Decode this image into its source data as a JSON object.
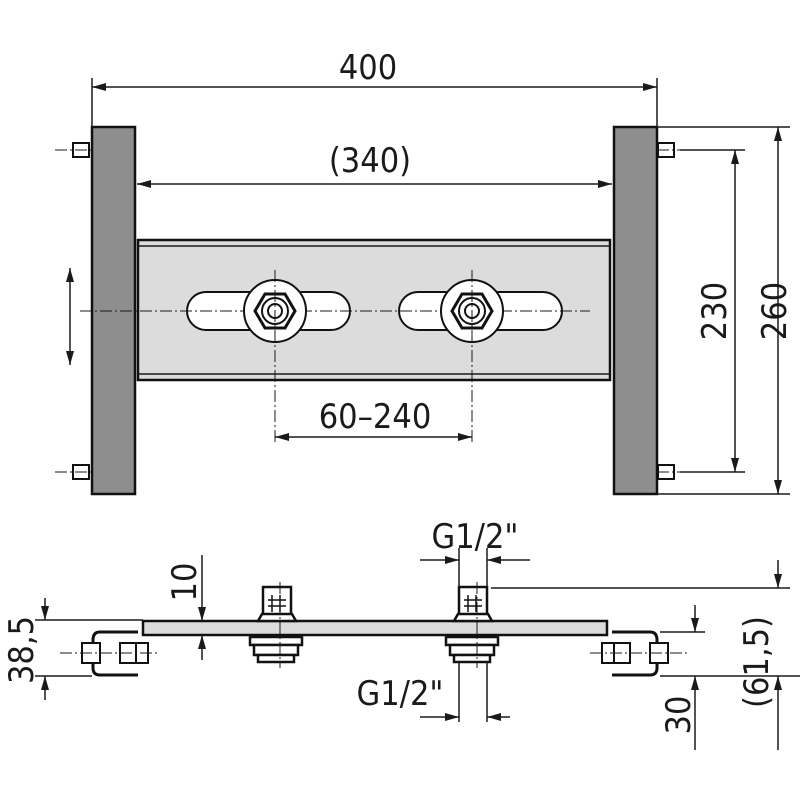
{
  "top_view": {
    "overall_width": "400",
    "inner_width": "(340)",
    "fitting_spacing": "60–240",
    "bolt_spacing": "230",
    "overall_height": "260"
  },
  "side_view": {
    "thread_top": "G1/2\"",
    "thread_bottom": "G1/2\"",
    "plate_offset": "10",
    "bracket_depth": "38,5",
    "bottom_offset": "30",
    "total_depth": "(61,5)"
  },
  "colors": {
    "post": "#8e8e8e",
    "plate": "#dcdcdc",
    "line": "#1a1a1a"
  }
}
